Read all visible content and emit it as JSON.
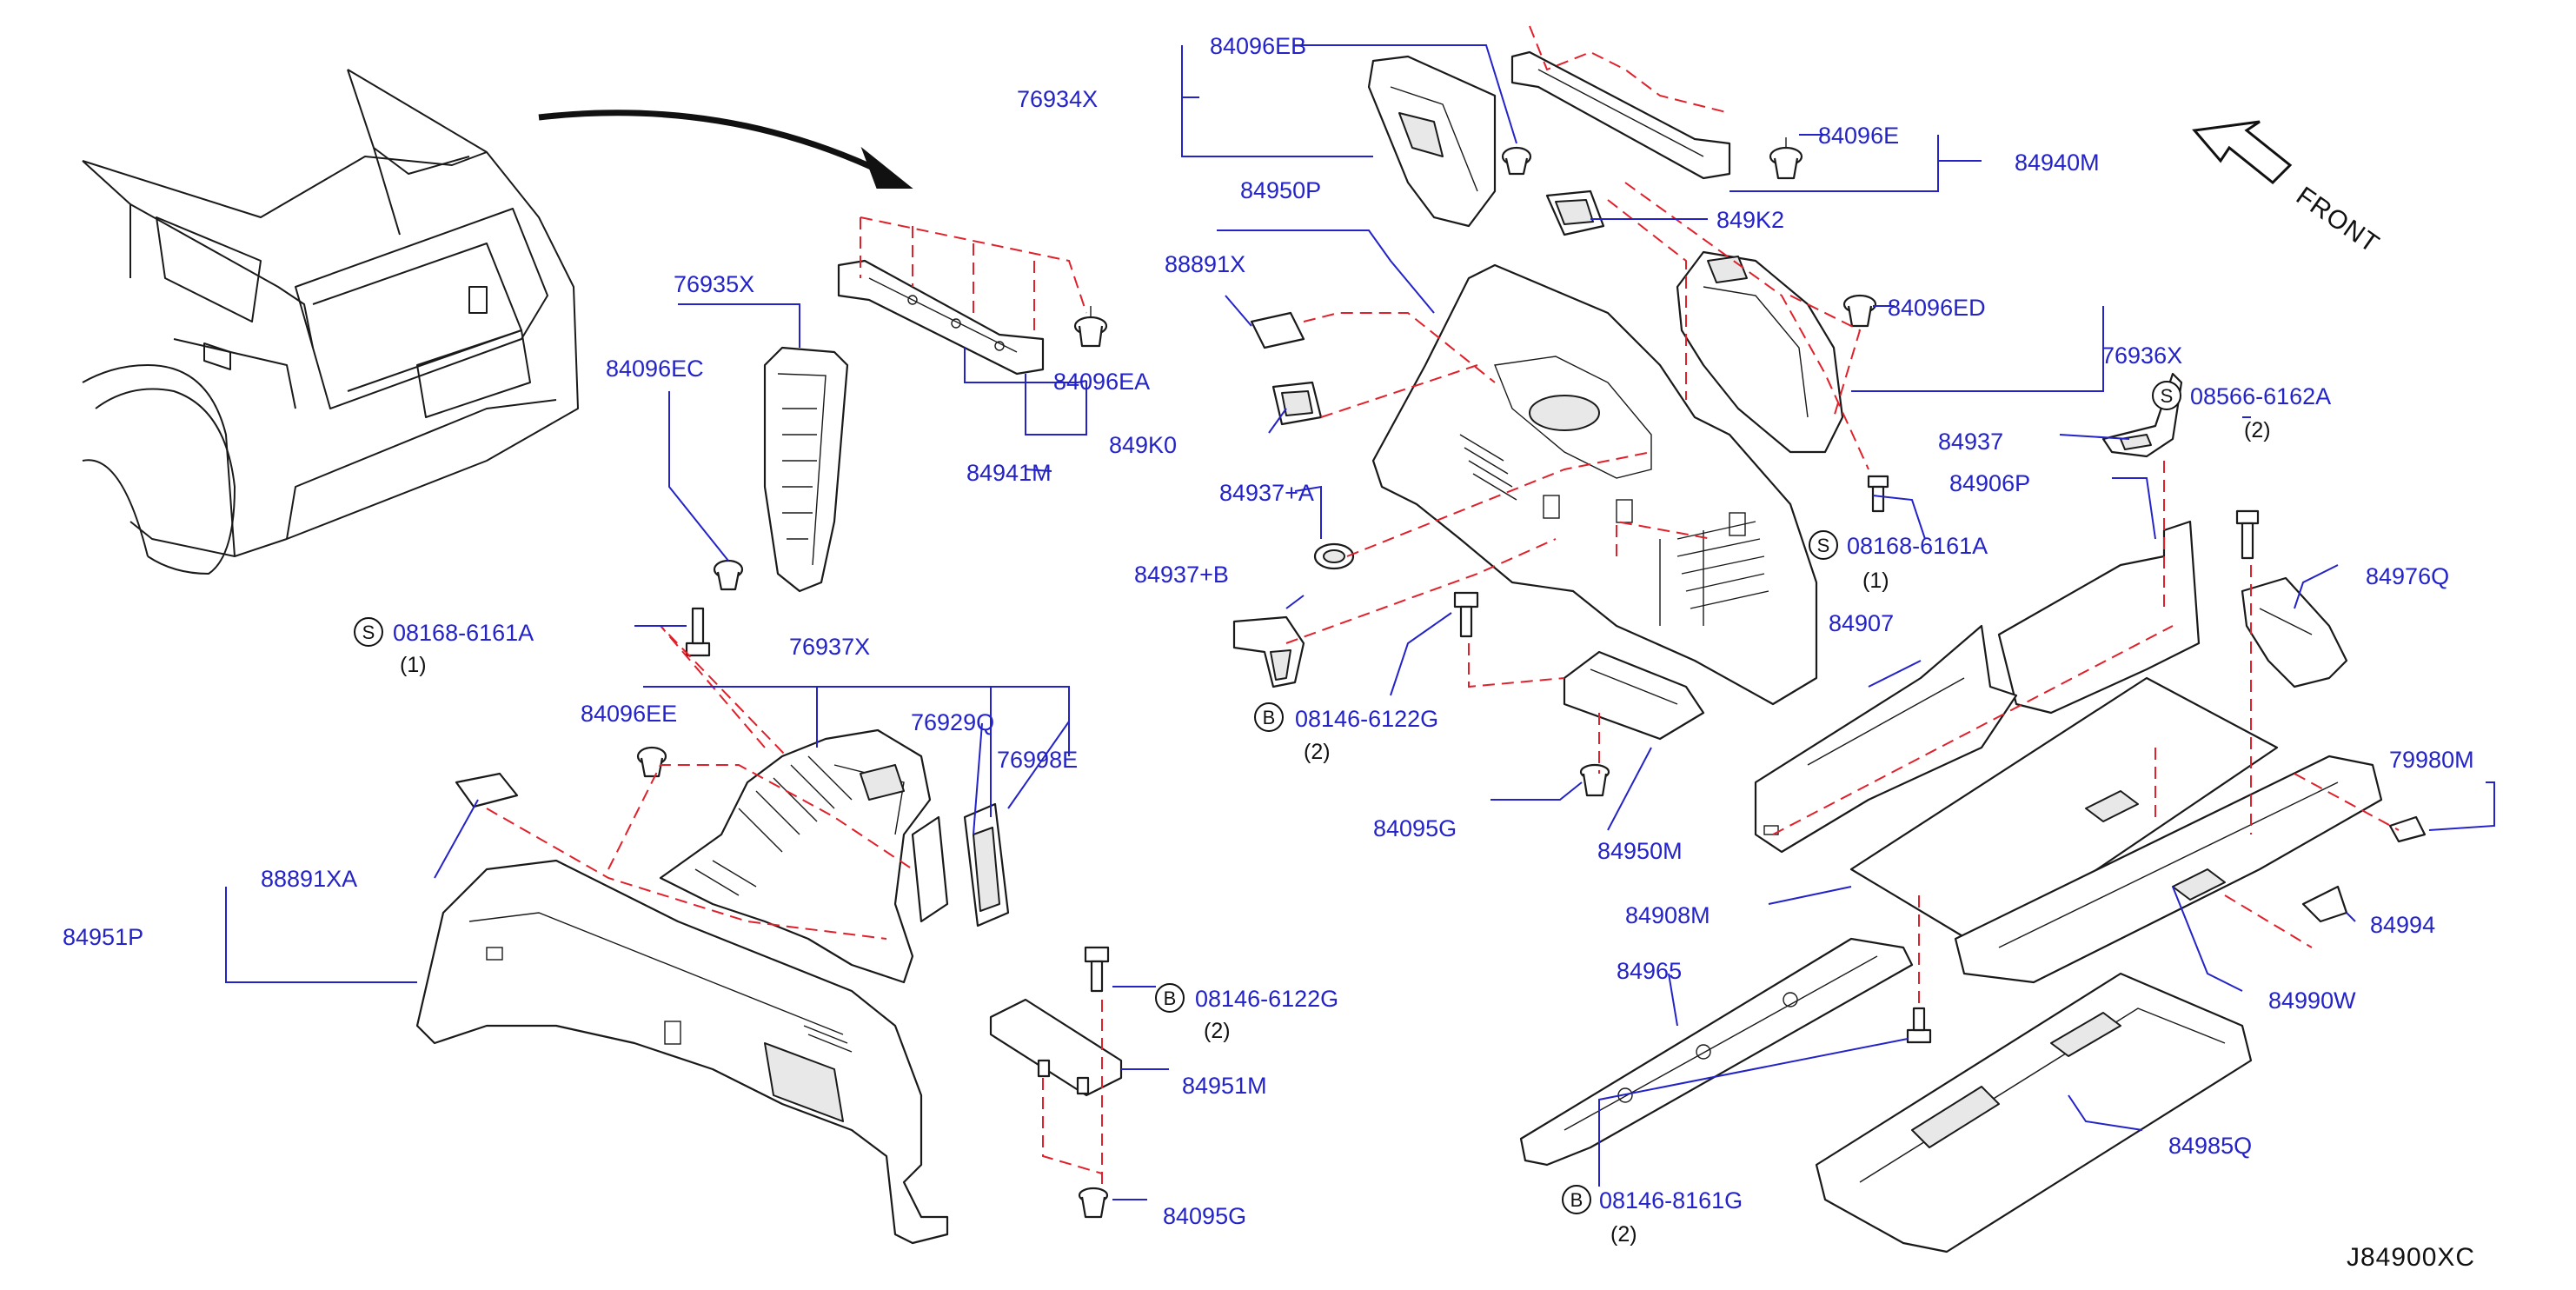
{
  "diagram": {
    "code": "J84900XC",
    "front_label": "FRONT",
    "labels": {
      "l_84096EB": "84096EB",
      "l_76934X": "76934X",
      "l_84096E": "84096E",
      "l_84940M": "84940M",
      "l_849K2": "849K2",
      "l_84950P": "84950P",
      "l_88891X": "88891X",
      "l_84096ED": "84096ED",
      "l_76936X": "76936X",
      "l_76935X": "76935X",
      "l_84096EC": "84096EC",
      "l_84096EA": "84096EA",
      "l_849K0": "849K0",
      "l_84941M": "84941M",
      "l_84937A": "84937+A",
      "l_84937": "84937",
      "l_08566": "08566-6162A",
      "l_84906P": "84906P",
      "l_08168b": "08168-6161A",
      "l_84937B": "84937+B",
      "l_84976Q": "84976Q",
      "l_08168a": "08168-6161A",
      "l_76937X": "76937X",
      "l_84907": "84907",
      "l_84096EE": "84096EE",
      "l_76929Q": "76929Q",
      "l_08146a": "08146-6122G",
      "l_76998E": "76998E",
      "l_79980M": "79980M",
      "l_84095Ga": "84095G",
      "l_84950M": "84950M",
      "l_88891XA": "88891XA",
      "l_84908M": "84908M",
      "l_84994": "84994",
      "l_84951P": "84951P",
      "l_84965": "84965",
      "l_08146b": "08146-6122G",
      "l_84990W": "84990W",
      "l_84951M": "84951M",
      "l_84985Q": "84985Q",
      "l_08146c": "08146-8161G",
      "l_84095Gb": "84095G"
    },
    "quantities": {
      "q_08566": "(2)",
      "q_08168b": "(1)",
      "q_08168a": "(1)",
      "q_08146a": "(2)",
      "q_08146b": "(2)",
      "q_08146c": "(2)"
    },
    "symbols": {
      "s_08566": "S",
      "s_08168b": "S",
      "s_08168a": "S",
      "s_08146a": "B",
      "s_08146b": "B",
      "s_08146c": "B"
    },
    "colors": {
      "label": "#2323c8",
      "leader": "#2323c8",
      "dashed_guide": "#e0202a",
      "outline": "#1a1a1a"
    }
  }
}
